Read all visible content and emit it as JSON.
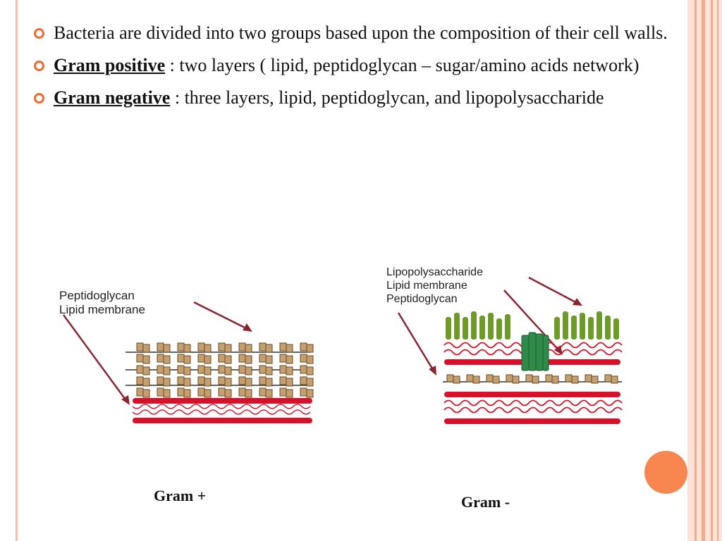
{
  "bullets": [
    {
      "lead": "",
      "text": "Bacteria are divided into two groups based upon the composition of their cell walls."
    },
    {
      "lead": "Gram positive",
      "text": " : two layers ( lipid, peptidoglycan – sugar/amino acids network)"
    },
    {
      "lead": "Gram negative",
      "text": " : three layers, lipid, peptidoglycan, and lipopolysaccharide"
    }
  ],
  "gram_pos": {
    "label_1": "Peptidoglycan",
    "label_2": "Lipid membrane",
    "caption": "Gram +"
  },
  "gram_neg": {
    "label_1": "Lipopolysaccharide",
    "label_2": "Lipid membrane",
    "label_3": "Peptidoglycan",
    "caption": "Gram -"
  },
  "colors": {
    "bullet": "#f26b2e",
    "accent": "#f7874f",
    "band": "#fbe3d8",
    "stripe": "#f4a98a",
    "lipid_red": "#d8102a",
    "peptido_tan": "#c4a070",
    "lps_green": "#6e9a2a",
    "porin_green": "#2e8b4a"
  }
}
